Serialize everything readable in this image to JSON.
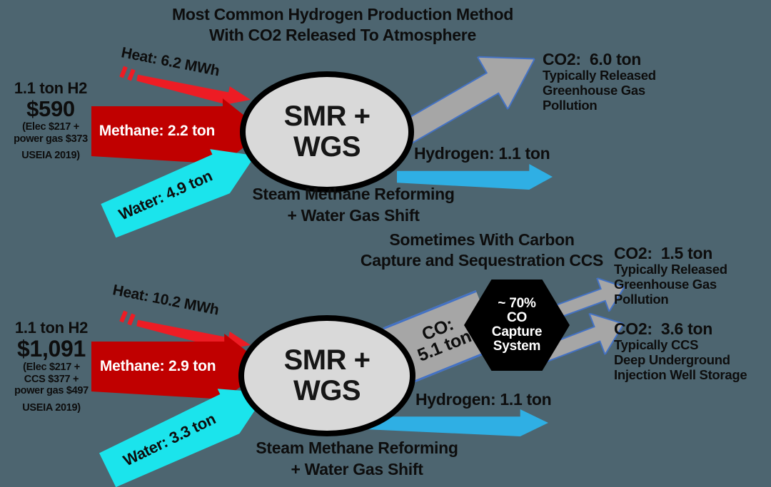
{
  "colors": {
    "background": "#4D6570",
    "heat_arrow": "#ED1C24",
    "methane_arrow": "#C00000",
    "water_arrow": "#1BE4EC",
    "hydrogen_arrow": "#2FAFE4",
    "co2_arrow_fill": "#A6A6A6",
    "co2_arrow_border": "#4472C4",
    "reactor_fill": "#D9D9D9",
    "capture_hexagon": "#000000"
  },
  "top": {
    "title1": "Most Common Hydrogen Production Method",
    "title2": "With CO2 Released To Atmosphere",
    "cost": {
      "amount": "1.1 ton H2",
      "price": "$590",
      "note1": "(Elec $217 +",
      "note2": "power gas $373",
      "note3": "USEIA 2019)"
    },
    "heat": "Heat: 6.2 MWh",
    "methane": "Methane: 2.2 ton",
    "water": "Water: 4.9 ton",
    "reactor1": "SMR +",
    "reactor2": "WGS",
    "caption1": "Steam Methane Reforming",
    "caption2": "+ Water Gas Shift",
    "co2": {
      "line1": "CO2:  6.0 ton",
      "line2": "Typically Released",
      "line3": "Greenhouse Gas",
      "line4": "Pollution"
    },
    "hydrogen": "Hydrogen: 1.1 ton"
  },
  "bottom": {
    "title1": "Sometimes With Carbon",
    "title2": "Capture and Sequestration CCS",
    "cost": {
      "amount": "1.1 ton H2",
      "price": "$1,091",
      "note1": "(Elec $217 +",
      "note2": "CCS $377 +",
      "note3": "power gas $497",
      "note4": "USEIA 2019)"
    },
    "heat": "Heat: 10.2 MWh",
    "methane": "Methane: 2.9 ton",
    "water": "Water: 3.3 ton",
    "reactor1": "SMR +",
    "reactor2": "WGS",
    "caption1": "Steam Methane Reforming",
    "caption2": "+ Water Gas Shift",
    "co_stream": {
      "line1": "CO:",
      "line2": "5.1 ton"
    },
    "capture": {
      "line1": "~ 70%",
      "line2": "CO",
      "line3": "Capture",
      "line4": "System"
    },
    "co2_released": {
      "line1": "CO2:  1.5 ton",
      "line2": "Typically Released",
      "line3": "Greenhouse Gas",
      "line4": "Pollution"
    },
    "co2_stored": {
      "line1": "CO2:  3.6 ton",
      "line2": "Typically CCS",
      "line3": "Deep Underground",
      "line4": "Injection Well Storage"
    },
    "hydrogen": "Hydrogen: 1.1 ton"
  }
}
